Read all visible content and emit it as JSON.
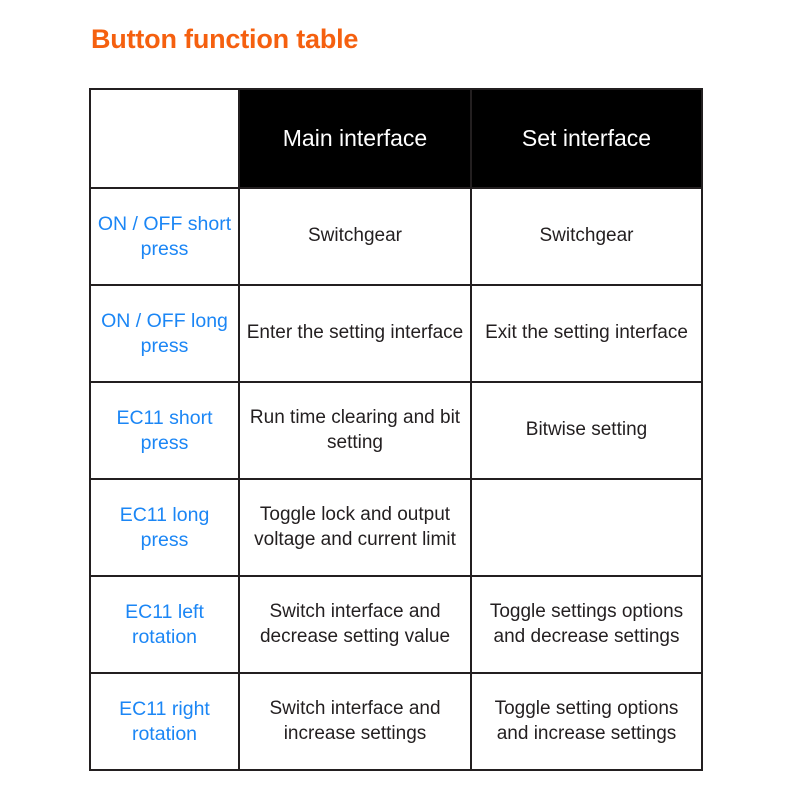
{
  "title": "Button function table",
  "colors": {
    "title": "#f5600f",
    "action_text": "#1b86f5",
    "header_background": "#000000",
    "header_text": "#ffffff",
    "body_text": "#231f20",
    "border": "#231f20",
    "page_background": "#ffffff"
  },
  "table": {
    "columns": [
      {
        "key": "action",
        "label": ""
      },
      {
        "key": "main",
        "label": "Main interface"
      },
      {
        "key": "set",
        "label": "Set interface"
      }
    ],
    "rows": [
      {
        "action": "ON / OFF short press",
        "main": "Switchgear",
        "set": "Switchgear"
      },
      {
        "action": "ON / OFF long press",
        "main": "Enter the setting interface",
        "set": "Exit the setting interface"
      },
      {
        "action": "EC11 short press",
        "main": "Run time clearing and bit setting",
        "set": "Bitwise setting"
      },
      {
        "action": "EC11 long press",
        "main": "Toggle lock and output voltage and current limit",
        "set": ""
      },
      {
        "action": "EC11 left rotation",
        "main": "Switch interface and decrease setting value",
        "set": "Toggle settings options and decrease settings"
      },
      {
        "action": "EC11 right rotation",
        "main": "Switch interface and increase settings",
        "set": "Toggle setting options and increase settings"
      }
    ]
  }
}
